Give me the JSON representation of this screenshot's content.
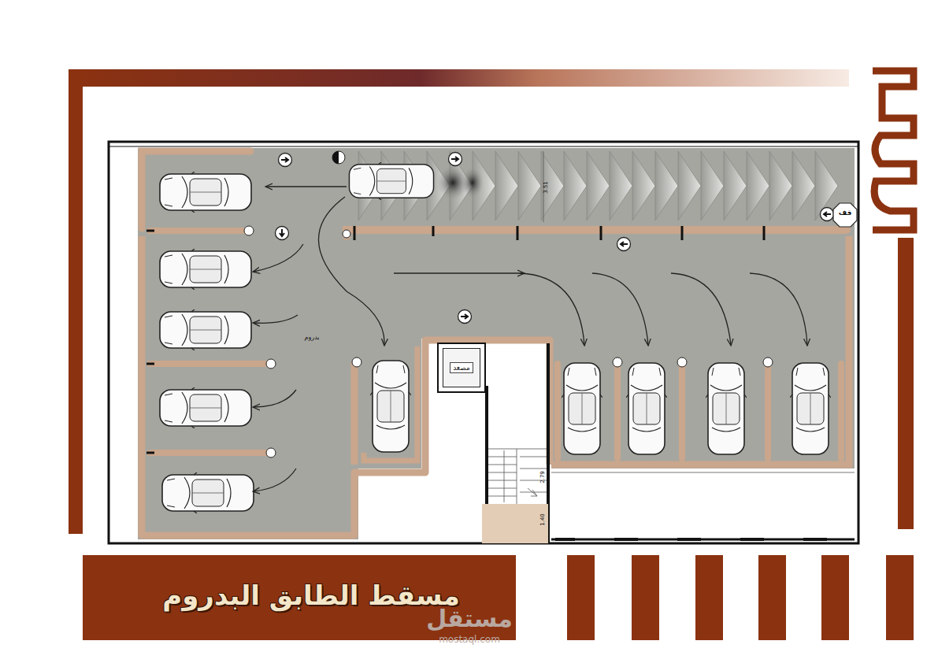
{
  "diagram": {
    "title": "مسقط الطابق البدروم",
    "nodes": [
      {
        "text": [
          "مصعد"
        ]
      }
    ],
    "labels": [
      "قف",
      "3.51",
      "بدروم",
      "2.79",
      "1.40",
      "مستقل",
      "mostaql.com"
    ]
  }
}
